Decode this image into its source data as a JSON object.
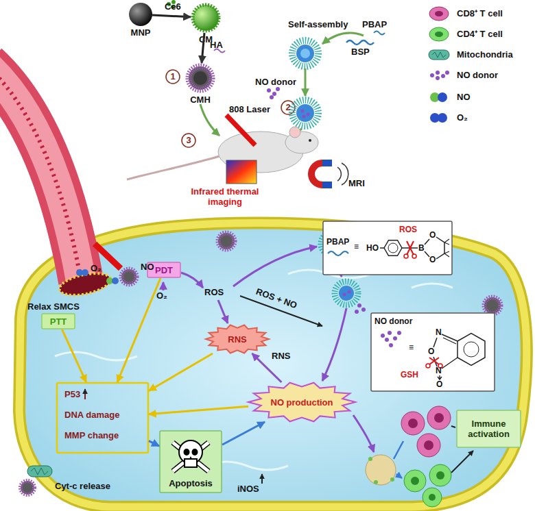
{
  "diagram": {
    "nodes": [
      {
        "text": [
          "MNP"
        ]
      },
      {
        "text": [
          "CM"
        ]
      },
      {
        "text": [
          "CMH"
        ]
      },
      {
        "text": [
          "PDT"
        ]
      },
      {
        "text": [
          "PTT"
        ]
      },
      {
        "text": [
          "RNS"
        ]
      },
      {
        "text": [
          "P53",
          "DNA damage",
          "MMP change"
        ]
      },
      {
        "text": [
          "Apoptosis"
        ]
      },
      {
        "text": [
          "NO production"
        ]
      },
      {
        "text": [
          "Immune activation"
        ]
      },
      {
        "text": [
          "PBAP",
          "≡",
          "HO",
          "ROS",
          "B",
          "O",
          "O"
        ]
      },
      {
        "text": [
          "NO donor",
          "≡",
          "N",
          "O",
          "N",
          "GSH",
          "O"
        ]
      }
    ],
    "edges": [
      {
        "from": 0,
        "to": 1,
        "arrow": "to",
        "label": "Ce6"
      },
      {
        "from": 1,
        "to": 2,
        "arrow": "to",
        "label": "HA"
      },
      {
        "from": 3,
        "to": 6,
        "arrow": "to"
      },
      {
        "from": 4,
        "to": 6,
        "arrow": "to"
      },
      {
        "from": 5,
        "to": 6,
        "arrow": "to"
      },
      {
        "from": 8,
        "to": 6,
        "arrow": "to"
      },
      {
        "from": 8,
        "to": 5,
        "arrow": "to",
        "label": "RNS"
      },
      {
        "from": 6,
        "to": 7,
        "arrow": "to",
        "label": "Cyt-c release"
      },
      {
        "from": 7,
        "to": 8,
        "arrow": "to",
        "label": "iNOS"
      }
    ],
    "labels": [
      "1",
      "Self-assembly",
      "PBAP",
      "BSP",
      "NO donor",
      "2",
      "3",
      "808 Laser",
      "Infrared thermal imaging",
      "MRI",
      "O₂",
      "NO",
      "Relax SMCS",
      "O₂",
      "ROS",
      "ROS + NO"
    ],
    "legend": [
      {
        "text": "CD8⁺ T cell"
      },
      {
        "text": "CD4⁺ T cell"
      },
      {
        "text": "Mitochondria"
      },
      {
        "text": "NO donor"
      },
      {
        "text": "NO"
      },
      {
        "text": "O₂"
      }
    ]
  }
}
